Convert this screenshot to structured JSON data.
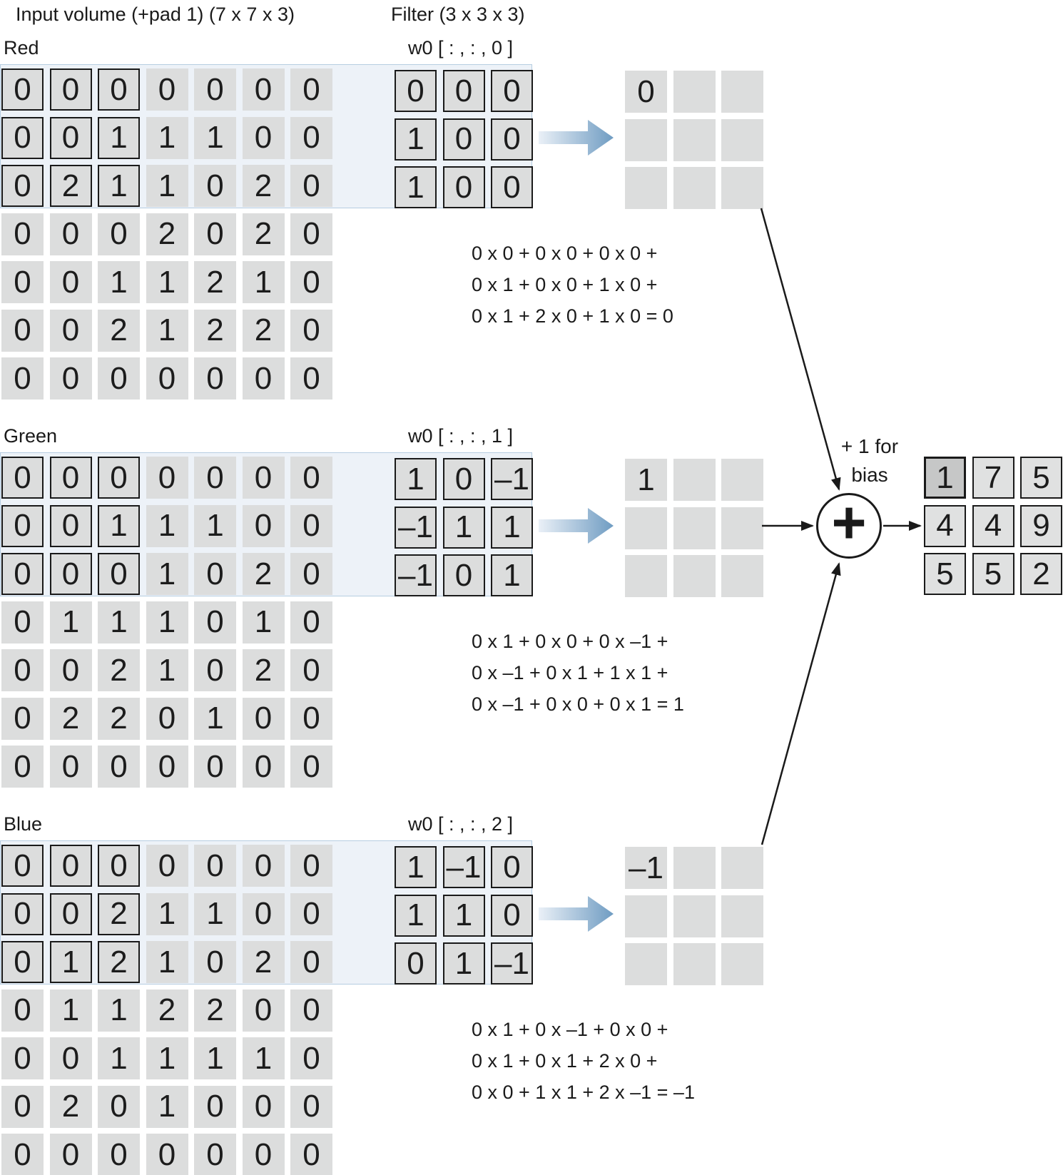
{
  "titles": {
    "input": "Input volume (+pad 1) (7 x 7 x 3)",
    "filter": "Filter (3 x 3 x 3)"
  },
  "bias": {
    "line1": "+ 1 for",
    "line2": "bias",
    "plus": "+"
  },
  "channels": [
    {
      "name": "Red",
      "filter_label": "w0 [ : , : , 0 ]",
      "input": [
        [
          "0",
          "0",
          "0",
          "0",
          "0",
          "0",
          "0"
        ],
        [
          "0",
          "0",
          "1",
          "1",
          "1",
          "0",
          "0"
        ],
        [
          "0",
          "2",
          "1",
          "1",
          "0",
          "2",
          "0"
        ],
        [
          "0",
          "0",
          "0",
          "2",
          "0",
          "2",
          "0"
        ],
        [
          "0",
          "0",
          "1",
          "1",
          "2",
          "1",
          "0"
        ],
        [
          "0",
          "0",
          "2",
          "1",
          "2",
          "2",
          "0"
        ],
        [
          "0",
          "0",
          "0",
          "0",
          "0",
          "0",
          "0"
        ]
      ],
      "filter": [
        [
          "0",
          "0",
          "0"
        ],
        [
          "1",
          "0",
          "0"
        ],
        [
          "1",
          "0",
          "0"
        ]
      ],
      "partial_output": "0",
      "equation": [
        "0 x 0 + 0 x 0 + 0 x 0 +",
        "0 x 1 + 0 x 0 + 1 x 0 +",
        "0 x 1 + 2 x 0 + 1 x 0 = 0"
      ]
    },
    {
      "name": "Green",
      "filter_label": "w0 [ : , : , 1 ]",
      "input": [
        [
          "0",
          "0",
          "0",
          "0",
          "0",
          "0",
          "0"
        ],
        [
          "0",
          "0",
          "1",
          "1",
          "1",
          "0",
          "0"
        ],
        [
          "0",
          "0",
          "0",
          "1",
          "0",
          "2",
          "0"
        ],
        [
          "0",
          "1",
          "1",
          "1",
          "0",
          "1",
          "0"
        ],
        [
          "0",
          "0",
          "2",
          "1",
          "0",
          "2",
          "0"
        ],
        [
          "0",
          "2",
          "2",
          "0",
          "1",
          "0",
          "0"
        ],
        [
          "0",
          "0",
          "0",
          "0",
          "0",
          "0",
          "0"
        ]
      ],
      "filter": [
        [
          "1",
          "0",
          "–1"
        ],
        [
          "–1",
          "1",
          "1"
        ],
        [
          "–1",
          "0",
          "1"
        ]
      ],
      "partial_output": "1",
      "equation": [
        "0 x 1 + 0 x 0 + 0 x –1 +",
        "0 x –1 + 0 x 1 + 1 x 1 +",
        "0 x –1 + 0 x 0 + 0 x 1 = 1"
      ]
    },
    {
      "name": "Blue",
      "filter_label": "w0 [ : , : , 2 ]",
      "input": [
        [
          "0",
          "0",
          "0",
          "0",
          "0",
          "0",
          "0"
        ],
        [
          "0",
          "0",
          "2",
          "1",
          "1",
          "0",
          "0"
        ],
        [
          "0",
          "1",
          "2",
          "1",
          "0",
          "2",
          "0"
        ],
        [
          "0",
          "1",
          "1",
          "2",
          "2",
          "0",
          "0"
        ],
        [
          "0",
          "0",
          "1",
          "1",
          "1",
          "1",
          "0"
        ],
        [
          "0",
          "2",
          "0",
          "1",
          "0",
          "0",
          "0"
        ],
        [
          "0",
          "0",
          "0",
          "0",
          "0",
          "0",
          "0"
        ]
      ],
      "filter": [
        [
          "1",
          "–1",
          "0"
        ],
        [
          "1",
          "1",
          "0"
        ],
        [
          "0",
          "1",
          "–1"
        ]
      ],
      "partial_output": "–1",
      "equation": [
        "0 x 1 + 0 x –1 + 0 x 0 +",
        "0 x 1 + 0 x 1 + 2 x 0 +",
        "0 x 0 + 1 x 1 + 2 x –1 = –1"
      ]
    }
  ],
  "output": {
    "values": [
      [
        "1",
        "7",
        "5"
      ],
      [
        "4",
        "4",
        "9"
      ],
      [
        "5",
        "5",
        "2"
      ]
    ],
    "highlight_cell": "1"
  },
  "colors": {
    "cell_fill": "#dcdddd",
    "band_fill": "#edf2f8",
    "band_border": "#b6cde1",
    "outline": "#1a1a1a",
    "output_fill": "#e0e1e1",
    "output_highlight_fill": "#c6c7c7",
    "arrow_gradient_start": "#eaf0f7",
    "arrow_gradient_end": "#6f9cc2"
  }
}
